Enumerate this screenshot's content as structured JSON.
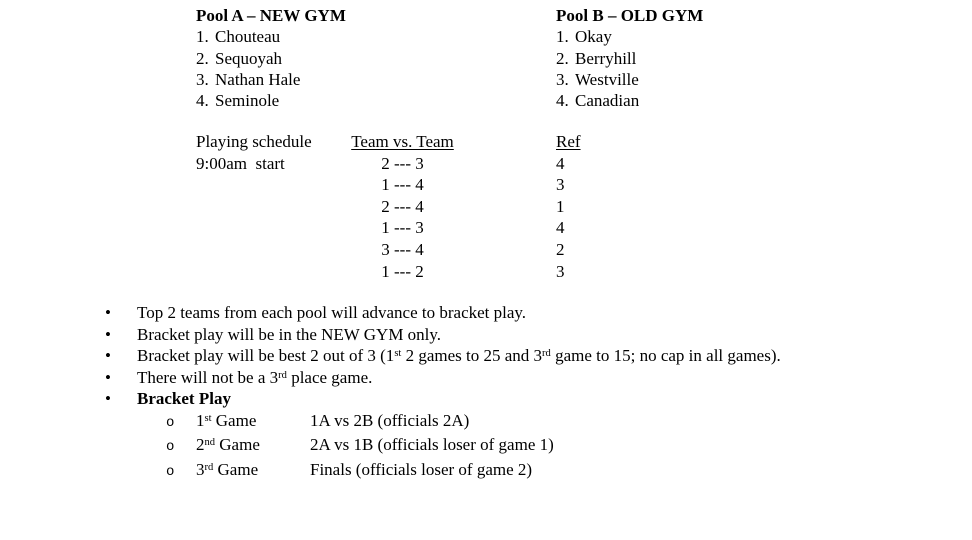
{
  "page": {
    "background": "#ffffff",
    "text_color": "#000000"
  },
  "pools": [
    {
      "title": "Pool A – NEW GYM",
      "items": [
        {
          "num": "1.",
          "name": "Chouteau"
        },
        {
          "num": "2.",
          "name": "Sequoyah"
        },
        {
          "num": "3.",
          "name": "Nathan Hale"
        },
        {
          "num": "4.",
          "name": "Seminole"
        }
      ]
    },
    {
      "title": "Pool B – OLD GYM",
      "items": [
        {
          "num": "1.",
          "name": "Okay"
        },
        {
          "num": "2.",
          "name": "Berryhill"
        },
        {
          "num": "3.",
          "name": "Westville"
        },
        {
          "num": "4.",
          "name": "Canadian"
        }
      ]
    }
  ],
  "schedule": {
    "label_line1": "Playing schedule",
    "label_line2": "9:00am  start",
    "matches_header": "Team vs. Team",
    "ref_header": "Ref",
    "rows": [
      {
        "match": "2 --- 3",
        "ref": "4"
      },
      {
        "match": "1 --- 4",
        "ref": "3"
      },
      {
        "match": "2 --- 4",
        "ref": "1"
      },
      {
        "match": "1 --- 3",
        "ref": "4"
      },
      {
        "match": "3 --- 4",
        "ref": "2"
      },
      {
        "match": "1 --- 2",
        "ref": "3"
      }
    ]
  },
  "notes": {
    "bullet_char": "•",
    "bullets": [
      {
        "text": "Top 2 teams from each pool will advance to bracket play."
      },
      {
        "text": "Bracket play will be in the NEW GYM only."
      },
      {
        "part1": "Bracket play will be best 2 out of 3 (1",
        "sup1": "st",
        "part2": " 2 games to 25 and 3",
        "sup2": "rd",
        "part3": " game to 15; no cap in all games)."
      },
      {
        "part1": "There will not be a 3",
        "sup1": "rd",
        "part2": " place game."
      },
      {
        "text": "Bracket Play"
      }
    ]
  },
  "bracket_play": {
    "marker": "o",
    "games": [
      {
        "num": "1",
        "suffix": "st",
        "label": " Game",
        "desc": "1A vs 2B (officials 2A)"
      },
      {
        "num": "2",
        "suffix": "nd",
        "label": " Game",
        "desc": "2A vs 1B (officials loser of game 1)"
      },
      {
        "num": "3",
        "suffix": "rd",
        "label": " Game",
        "desc": "Finals (officials loser of game 2)"
      }
    ]
  }
}
